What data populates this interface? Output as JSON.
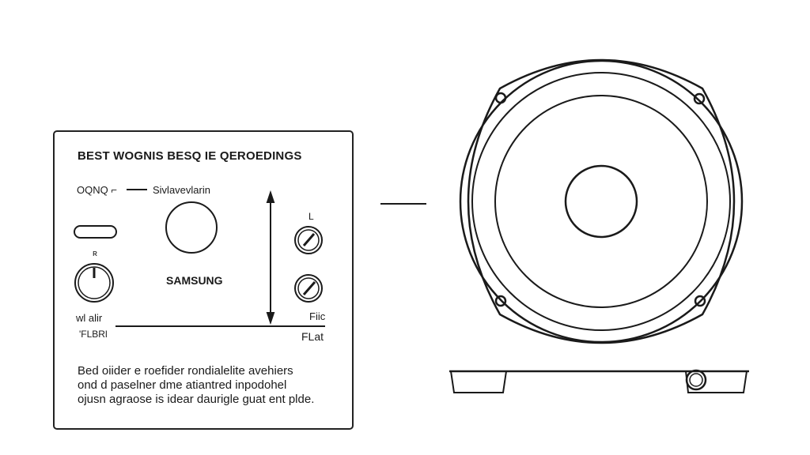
{
  "panel": {
    "title": "BEST WOGNIS BESQ IE QEROEDINGS",
    "mode_label": "OQNQ ⌐",
    "brand_label": "Sivlavevlarin",
    "samsung": "SAMSUNG",
    "knob_top_label": "ʀ",
    "left_knob_label": "wl alir",
    "right_top_label": "L",
    "right_bottom_label": "Fiic",
    "flat_left": "'FLBRl",
    "flat_right": "FLat",
    "body_lines": [
      "Bed oiider e roefider rondialelite avehiers",
      "ond d paselner dme atiantred inpodohel",
      "ojusn agraose is idear daurigle guat ent plde."
    ]
  },
  "colors": {
    "stroke": "#1a1a1a",
    "background": "#ffffff"
  }
}
